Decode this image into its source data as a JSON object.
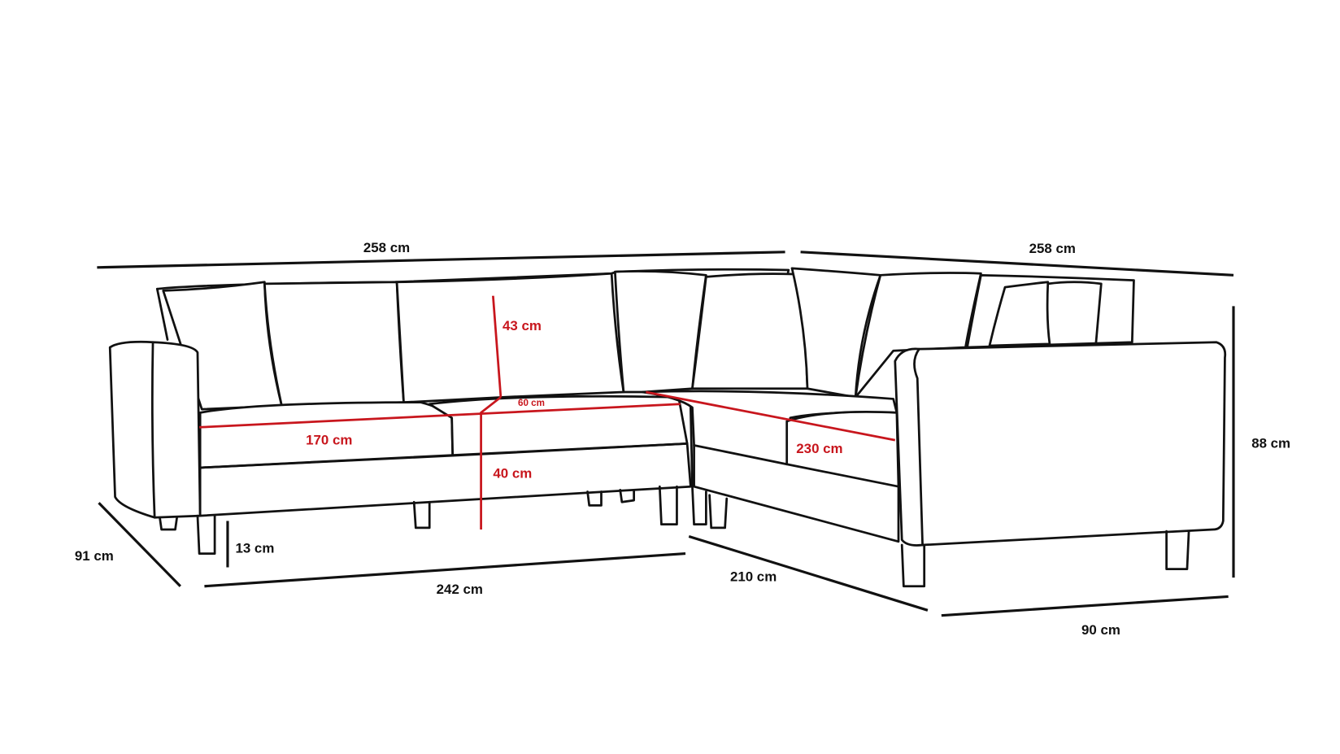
{
  "colors": {
    "outline": "#111111",
    "interior_dimension": "#c8161d",
    "background": "#ffffff"
  },
  "dimensions": {
    "back_left_width": "258 cm",
    "back_right_width": "258 cm",
    "total_height": "88 cm",
    "left_depth": "91 cm",
    "front_left_width": "242 cm",
    "front_right_inner": "210 cm",
    "right_depth": "90 cm",
    "leg_height": "13 cm",
    "backrest_height": "43 cm",
    "seat_depth": "60 cm",
    "seat_left_width": "170 cm",
    "seat_right_width": "230 cm",
    "seat_height": "40 cm"
  }
}
